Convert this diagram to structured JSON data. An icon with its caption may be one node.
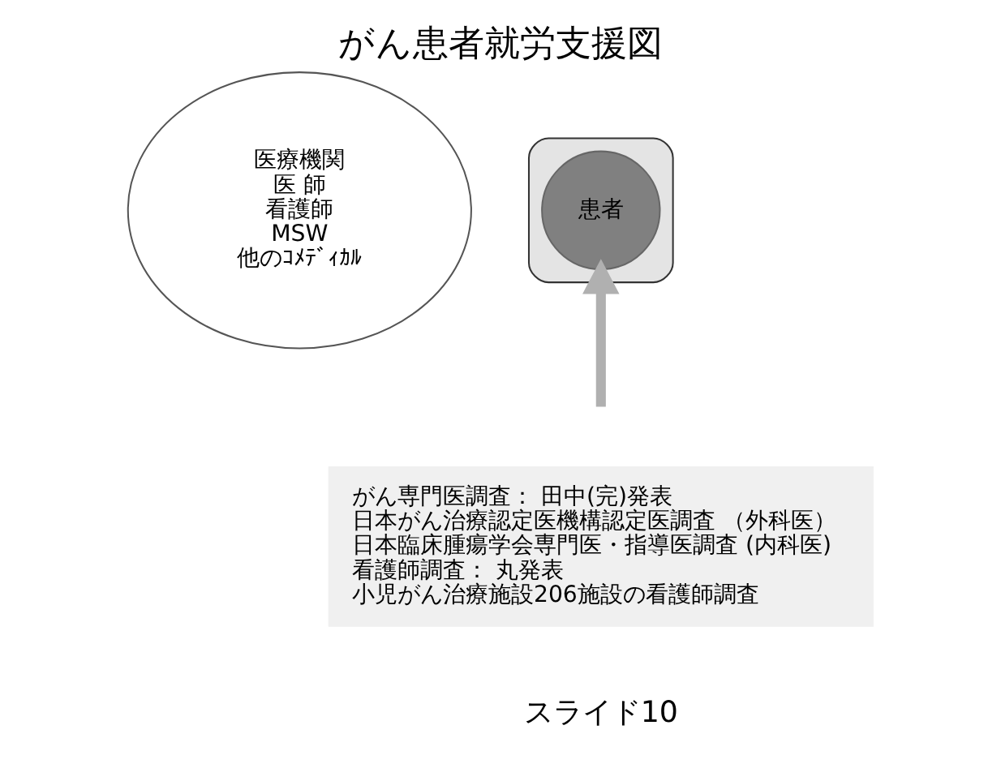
{
  "diagram": {
    "title": "がん患者就労支援図",
    "nodes": [
      {
        "text": [
          "医療機関",
          "医 師",
          "看護師",
          "MSW",
          "他のｺﾒﾃﾞｨｶﾙ"
        ]
      },
      {
        "text": [],
        "shape": "box"
      },
      {
        "text": [
          "患者"
        ],
        "in": 1
      },
      {
        "text": [
          "がん専門医調査： 田中(完)発表",
          "日本がん治療認定医機構認定医調査 （外科医）",
          "日本臨床腫瘍学会専門医・指導医調査 (内科医)",
          "看護師調査： 丸発表",
          "小児がん治療施設206施設の看護師調査"
        ]
      }
    ],
    "edges": [
      {
        "from": null,
        "to": 2,
        "arrow": "to"
      }
    ],
    "labels": [
      "スライド10"
    ]
  }
}
